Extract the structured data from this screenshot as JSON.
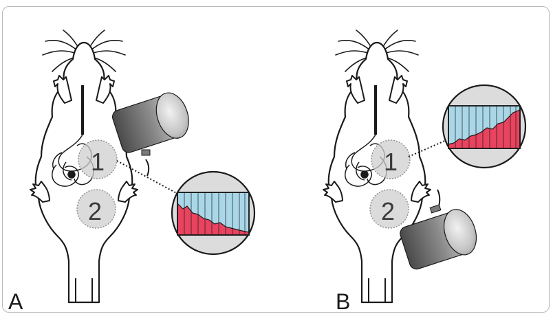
{
  "panels": [
    {
      "id": "A",
      "label": "A",
      "sites": [
        "1",
        "2"
      ],
      "trend": "decreasing"
    },
    {
      "id": "B",
      "label": "B",
      "sites": [
        "1",
        "2"
      ],
      "trend": "increasing"
    }
  ],
  "colors": {
    "outline": "#1a1a1a",
    "site_fill": "#cfcfcf",
    "inset_fill": "#dcdcdc",
    "graph_bg": "#a9d7e8",
    "graph_fill": "#e8435f",
    "lamp_dark": "#5a5a5a",
    "lamp_light": "#d8d8d8"
  },
  "icons": [
    "mouse-outline-icon",
    "light-source-icon",
    "signal-graph-icon"
  ]
}
